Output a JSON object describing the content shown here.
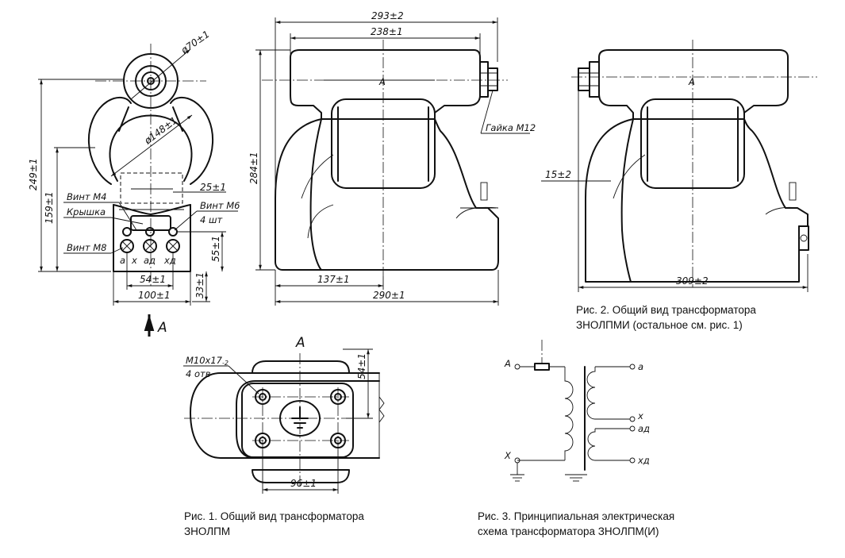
{
  "figure1": {
    "dims": {
      "d70": "ø70±1",
      "d148": "ø148±1",
      "h249": "249±1",
      "h159": "159±1",
      "w25": "25±1",
      "h55": "55±1",
      "w54": "54±1",
      "w100": "100±1",
      "h33": "33±1"
    },
    "labels": {
      "screw_m4": "Винт М4",
      "cover": "Крышка",
      "screw_m8": "Винт М8",
      "screw_m6": "Винт М6",
      "qty": "4 шт"
    },
    "terminals": {
      "a": "a",
      "x": "x",
      "ad": "ад",
      "xd": "хд"
    },
    "view_arrow": "A",
    "caption_line1": "Рис. 1. Общий вид трансформатора",
    "caption_line2": "ЗНОЛПМ"
  },
  "figure1_front": {
    "dims": {
      "w293": "293±2",
      "w238": "238±1",
      "h284": "284±1",
      "w137": "137±1",
      "w290": "290±1"
    },
    "labels": {
      "nut": "Гайка М12",
      "mark_a": "A"
    }
  },
  "figure2": {
    "dims": {
      "h15": "15±2",
      "w309": "309±2"
    },
    "labels": {
      "mark_a": "A"
    },
    "caption_line1": "Рис. 2. Общий вид трансформатора",
    "caption_line2": "ЗНОЛПМИ (остальное см. рис. 1)"
  },
  "view_a": {
    "title": "A",
    "holes_label": "М10х17",
    "holes_suffix": "-2",
    "holes_qty": "4 отв",
    "dims": {
      "h54": "54±1",
      "w96": "96±1"
    }
  },
  "figure3": {
    "terminals": {
      "A": "A",
      "X": "X",
      "a": "a",
      "x": "x",
      "ad": "ад",
      "xd": "хд"
    },
    "caption_line1": "Рис. 3. Принципиальная электрическая",
    "caption_line2": "схема трансформатора ЗНОЛПМ(И)"
  }
}
